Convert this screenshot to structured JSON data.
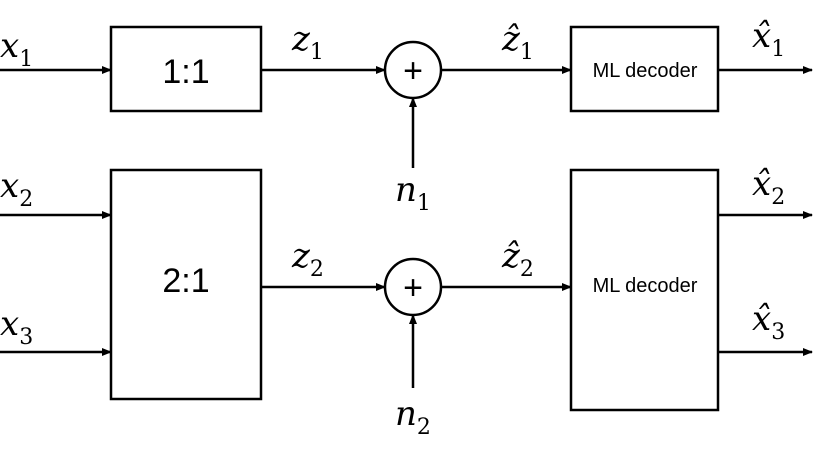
{
  "blocks": {
    "enc1": "1:1",
    "enc2": "2:1",
    "dec1": "ML decoder",
    "dec2": "ML decoder"
  },
  "signals": {
    "x1": {
      "base": "x",
      "sub": "1"
    },
    "x2": {
      "base": "x",
      "sub": "2"
    },
    "x3": {
      "base": "x",
      "sub": "3"
    },
    "z1": {
      "base": "z",
      "sub": "1"
    },
    "z2": {
      "base": "z",
      "sub": "2"
    },
    "zhat1": {
      "base": "ẑ",
      "sub": "1"
    },
    "zhat2": {
      "base": "ẑ",
      "sub": "2"
    },
    "xhat1": {
      "base": "x̂",
      "sub": "1"
    },
    "xhat2": {
      "base": "x̂",
      "sub": "2"
    },
    "xhat3": {
      "base": "x̂",
      "sub": "3"
    },
    "n1": {
      "base": "n",
      "sub": "1"
    },
    "n2": {
      "base": "n",
      "sub": "2"
    }
  },
  "adder_symbol": "+"
}
